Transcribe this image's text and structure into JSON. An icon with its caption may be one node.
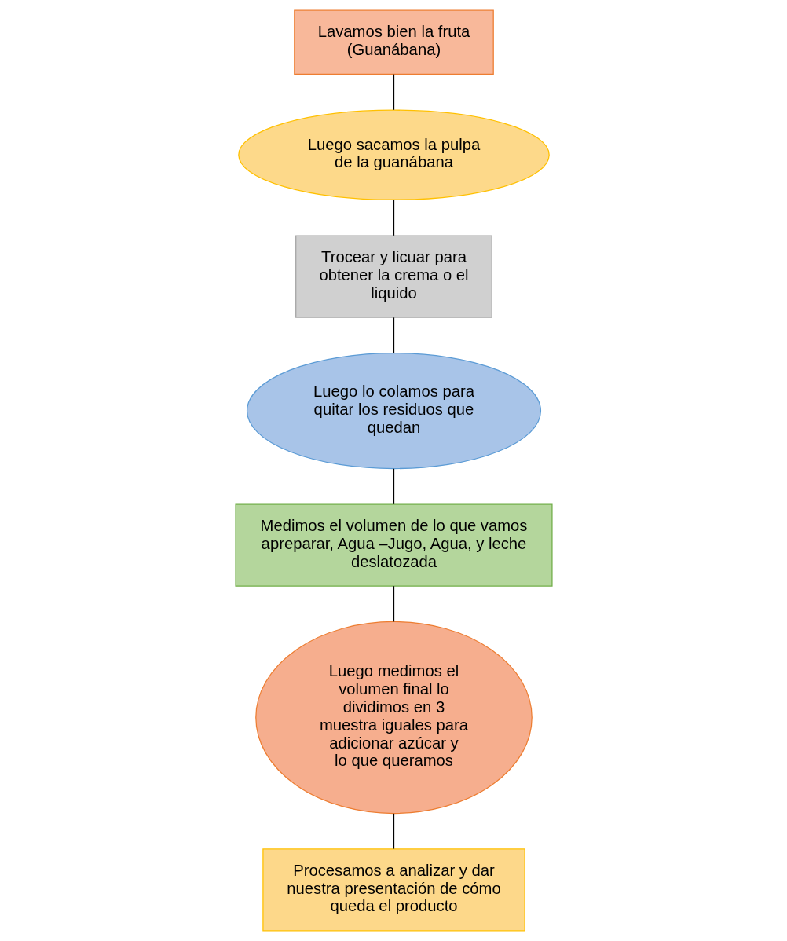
{
  "diagram": {
    "nodes": [
      {
        "text": [
          "Lavamos bien la fruta (Guanábana)"
        ]
      },
      {
        "text": [
          "Luego sacamos la pulpa de la guanábana"
        ]
      },
      {
        "text": [
          "Trocear y licuar para obtener la crema o el liquido"
        ]
      },
      {
        "text": [
          "Luego lo colamos para quitar los residuos que quedan"
        ]
      },
      {
        "text": [
          "Medimos el volumen de lo que vamos apreparar, Agua –Jugo, Agua, y leche deslatozada"
        ]
      },
      {
        "text": [
          "Luego medimos el volumen final lo dividimos en 3 muestra iguales para adicionar azúcar y lo que queramos"
        ]
      },
      {
        "text": [
          "Procesamos a analizar y dar nuestra presentación de cómo queda el producto"
        ]
      }
    ],
    "edges": [
      {
        "from": 0,
        "to": 1,
        "arrow": "none"
      },
      {
        "from": 1,
        "to": 2,
        "arrow": "none"
      },
      {
        "from": 2,
        "to": 3,
        "arrow": "none"
      },
      {
        "from": 3,
        "to": 4,
        "arrow": "none"
      },
      {
        "from": 4,
        "to": 5,
        "arrow": "none"
      },
      {
        "from": 5,
        "to": 6,
        "arrow": "none"
      }
    ]
  }
}
